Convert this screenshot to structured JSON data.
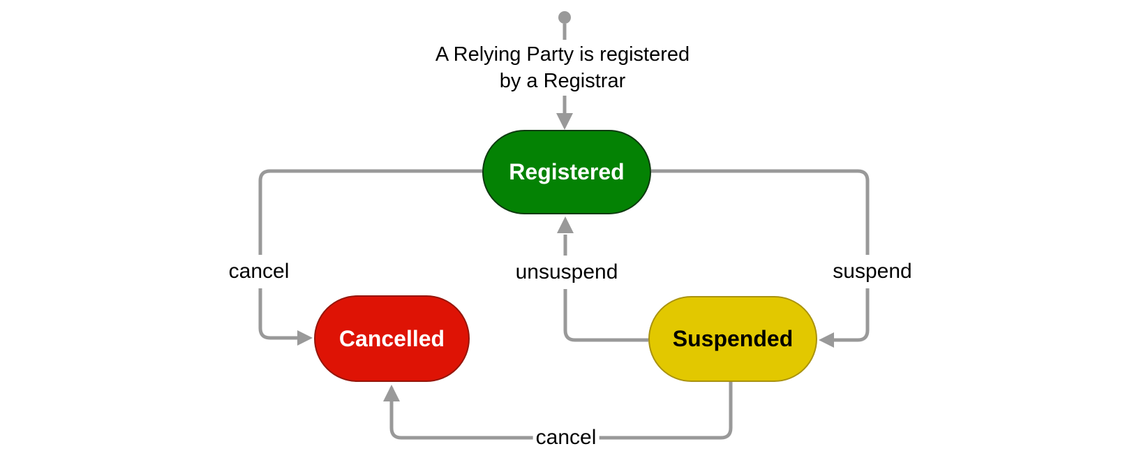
{
  "diagram": {
    "background": "#ffffff",
    "line_color": "#999999",
    "start_caption": {
      "line1": "A Relying Party is registered",
      "line2": "by a Registrar"
    },
    "states": [
      {
        "id": "registered",
        "label": "Registered",
        "fill": "#048204",
        "stroke": "#0e3a10",
        "text_color": "#ffffff"
      },
      {
        "id": "cancelled",
        "label": "Cancelled",
        "fill": "#de1305",
        "stroke": "#96150a",
        "text_color": "#ffffff"
      },
      {
        "id": "suspended",
        "label": "Suspended",
        "fill": "#e2c800",
        "stroke": "#a9920e",
        "text_color": "#000000"
      }
    ],
    "transitions": [
      {
        "from": "registered",
        "to": "cancelled",
        "label": "cancel"
      },
      {
        "from": "registered",
        "to": "suspended",
        "label": "suspend"
      },
      {
        "from": "suspended",
        "to": "registered",
        "label": "unsuspend"
      },
      {
        "from": "suspended",
        "to": "cancelled",
        "label": "cancel"
      }
    ]
  }
}
